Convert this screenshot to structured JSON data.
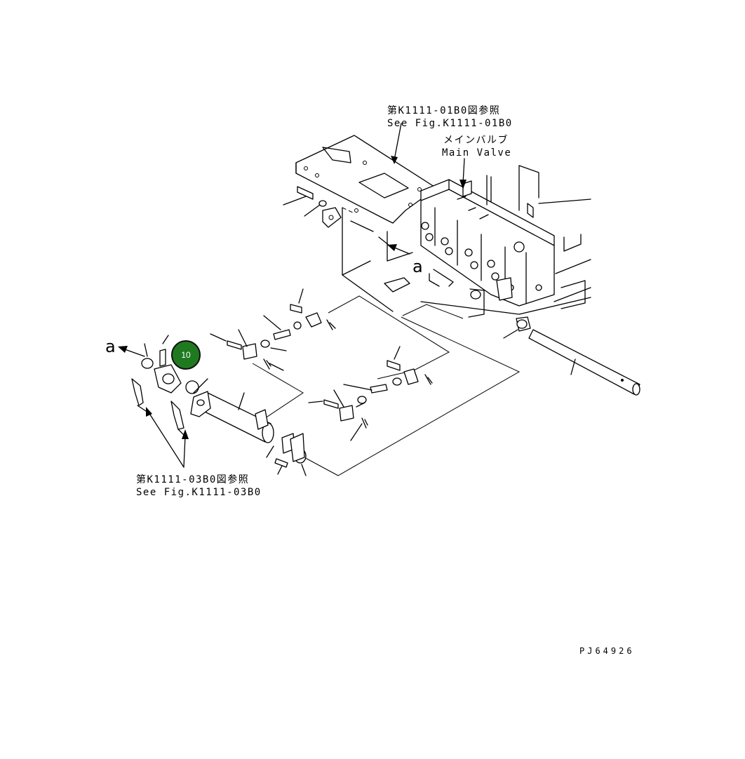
{
  "callouts": {
    "top_ref_jp": "第K1111-01B0図参照",
    "top_ref_en": "See Fig.K1111-01B0",
    "main_valve_jp": "メインバルブ",
    "main_valve_en": "Main Valve",
    "bottom_ref_jp": "第K1111-03B0図参照",
    "bottom_ref_en": "See Fig.K1111-03B0"
  },
  "view_markers": {
    "left": "a",
    "center": "a"
  },
  "highlighted_part": {
    "number": "10",
    "color": "#1f7a1f"
  },
  "drawing_code": "PJ64926"
}
